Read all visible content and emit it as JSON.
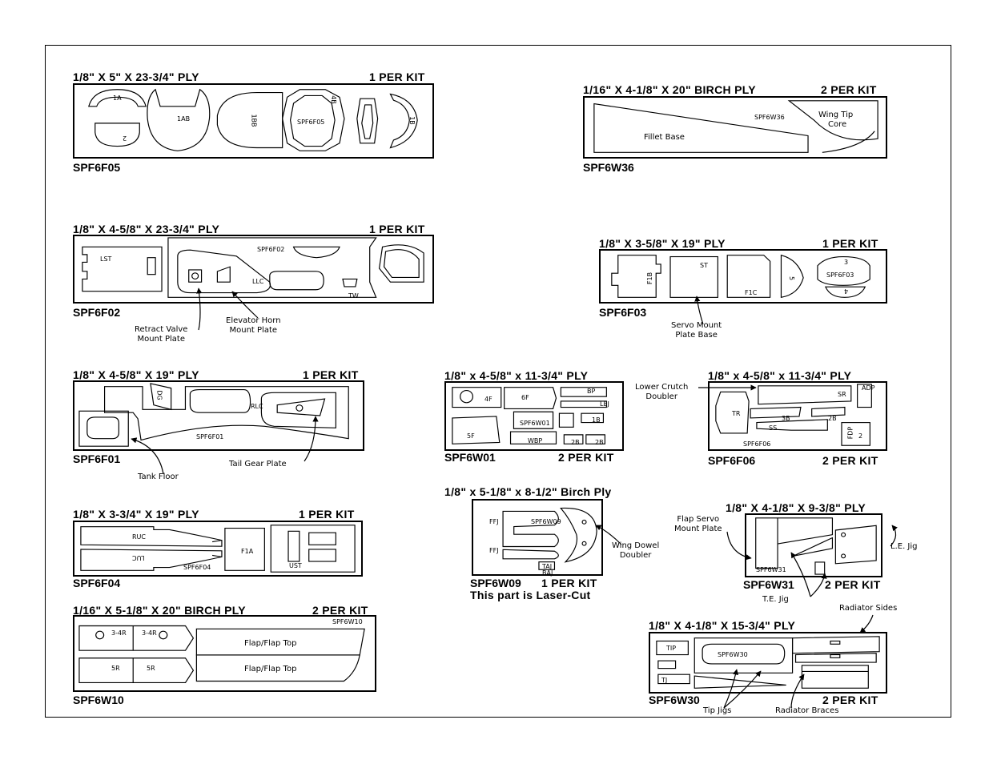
{
  "sheets": {
    "f05": {
      "header": "1/8\" X 5\" X 23-3/4\" PLY",
      "qty": "1 PER KIT",
      "code": "SPF6F05",
      "parts": {
        "p1a": "1A",
        "p2": "2",
        "p1ab": "1AB",
        "p1bb": "1BB",
        "pf05": "SPF6F05",
        "p4b": "4B",
        "p1b": "1B"
      }
    },
    "w36": {
      "header": "1/16\" X 4-1/8\" X 20\" BIRCH PLY",
      "qty": "2 PER KIT",
      "code": "SPF6W36",
      "parts": {
        "fillet": "Fillet Base",
        "inner": "SPF6W36",
        "tip1": "Wing Tip",
        "tip2": "Core"
      }
    },
    "f02": {
      "header": "1/8\" X 4-5/8\" X 23-3/4\" PLY",
      "qty": "1 PER KIT",
      "code": "SPF6F02",
      "parts": {
        "lst": "LST",
        "inner": "SPF6F02",
        "llc": "LLC",
        "tw": "TW"
      }
    },
    "f03": {
      "header": "1/8\" X 3-5/8\" X 19\" PLY",
      "qty": "1 PER KIT",
      "code": "SPF6F03",
      "parts": {
        "f1b": "F1B",
        "st": "ST",
        "f1c": "F1C",
        "p5": "5",
        "p3": "3",
        "inner": "SPF6F03",
        "p4": "4"
      }
    },
    "f01": {
      "header": "1/8\" X 4-5/8\" X 19\" PLY",
      "qty": "1 PER KIT",
      "code": "SPF6F01",
      "parts": {
        "dg": "DG",
        "rlc": "RLC",
        "inner": "SPF6F01"
      }
    },
    "w01": {
      "header": "1/8\" x 4-5/8\" x 11-3/4\" PLY",
      "qty": "2 PER KIT",
      "code": "SPF6W01",
      "parts": {
        "f4": "4F",
        "f6": "6F",
        "bp": "BP",
        "lej": "LEJ",
        "inner": "SPF6W01",
        "b1": "1B",
        "f5": "5F",
        "wbp": "WBP",
        "b2a": "2B",
        "b2b": "2B"
      }
    },
    "f06": {
      "header": "1/8\" x 4-5/8\" x 11-3/4\" PLY",
      "qty": "2 PER KIT",
      "code": "SPF6F06",
      "parts": {
        "sr": "SR",
        "adp": "ADP",
        "tr": "TR",
        "b3": "3B",
        "b2": "2B",
        "ss": "SS",
        "inner": "SPF6F06",
        "fdp": "FDP",
        "p2": "2"
      }
    },
    "w09": {
      "header": "1/8\" x 5-1/8\" x 8-1/2\" Birch Ply",
      "qty": "1 PER KIT",
      "code": "SPF6W09",
      "note": "This part is Laser-Cut",
      "parts": {
        "ffj1": "FFJ",
        "inner": "SPF6W09",
        "ffj2": "FFJ",
        "taj": "TAJ",
        "baj": "BAJ"
      }
    },
    "f04": {
      "header": "1/8\" X 3-3/4\" X 19\" PLY",
      "qty": "1 PER KIT",
      "code": "SPF6F04",
      "parts": {
        "ruc": "RUC",
        "luc": "LUC",
        "inner": "SPF6F04",
        "f1a": "F1A",
        "ust": "UST"
      }
    },
    "w31": {
      "header": "1/8\" X 4-1/8\" X 9-3/8\" PLY",
      "qty": "2 PER KIT",
      "code": "SPF6W31",
      "parts": {
        "inner": "SPF6W31"
      }
    },
    "w10": {
      "header": "1/16\" X 5-1/8\" X 20\" BIRCH PLY",
      "qty": "2 PER KIT",
      "code": "SPF6W10",
      "parts": {
        "inner": "SPF6W10",
        "r34a": "3-4R",
        "r34b": "3-4R",
        "r5a": "5R",
        "r5b": "5R",
        "flap1": "Flap/Flap Top",
        "flap2": "Flap/Flap Top"
      }
    },
    "w30": {
      "header": "1/8\" X 4-1/8\" X 15-3/4\" PLY",
      "qty": "2 PER KIT",
      "code": "SPF6W30",
      "parts": {
        "tip": "TIP",
        "inner": "SPF6W30",
        "small": "TJ"
      }
    }
  },
  "callouts": {
    "retract1": "Retract Valve",
    "retract2": "Mount Plate",
    "elev1": "Elevator Horn",
    "elev2": "Mount Plate",
    "servo1": "Servo Mount",
    "servo2": "Plate Base",
    "tank": "Tank Floor",
    "tailgear": "Tail Gear Plate",
    "crutch1": "Lower Crutch",
    "crutch2": "Doubler",
    "dowel1": "Wing Dowel",
    "dowel2": "Doubler",
    "flapservo1": "Flap Servo",
    "flapservo2": "Mount Plate",
    "lejig": "L.E. Jig",
    "tejig": "T.E. Jig",
    "radsides": "Radiator Sides",
    "tipjigs": "Tip Jigs",
    "radbraces": "Radiator Braces"
  }
}
